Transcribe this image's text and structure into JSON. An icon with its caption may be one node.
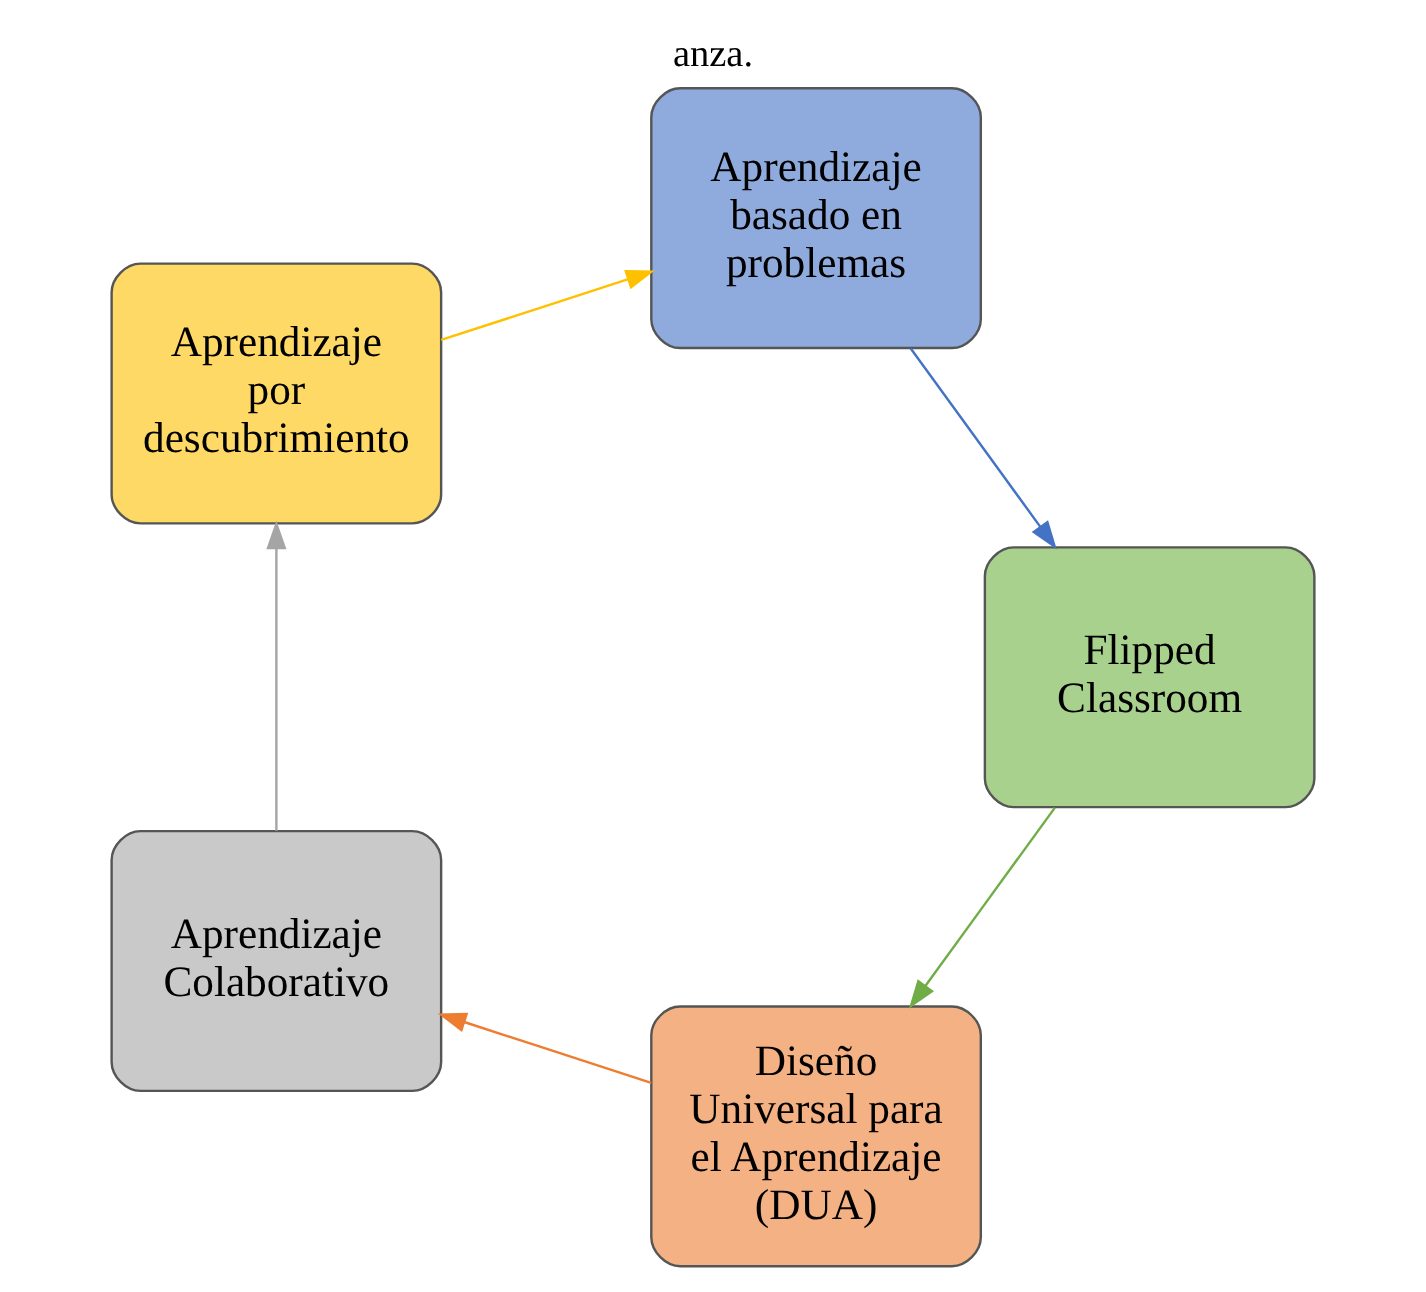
{
  "diagram": {
    "caption": "anza.",
    "nodes": [
      {
        "text": [
          "Diseño Universal para el Aprendizaje (DUA)"
        ]
      },
      {
        "text": [
          "Aprendizaje Colaborativo"
        ]
      },
      {
        "text": [
          "Aprendizaje por descubrimiento"
        ]
      },
      {
        "text": [
          "Aprendizaje basado en problemas"
        ]
      },
      {
        "text": [
          "Flipped Classroom"
        ]
      }
    ],
    "edges": [
      {
        "from": 0,
        "to": 1,
        "arrow": "to",
        "color": "#ed7d31"
      },
      {
        "from": 1,
        "to": 2,
        "arrow": "to",
        "color": "#a5a5a5"
      },
      {
        "from": 2,
        "to": 3,
        "arrow": "to",
        "color": "#ffc000"
      },
      {
        "from": 3,
        "to": 4,
        "arrow": "to",
        "color": "#4472c4"
      },
      {
        "from": 4,
        "to": 0,
        "arrow": "to",
        "color": "#70ad47"
      }
    ]
  }
}
